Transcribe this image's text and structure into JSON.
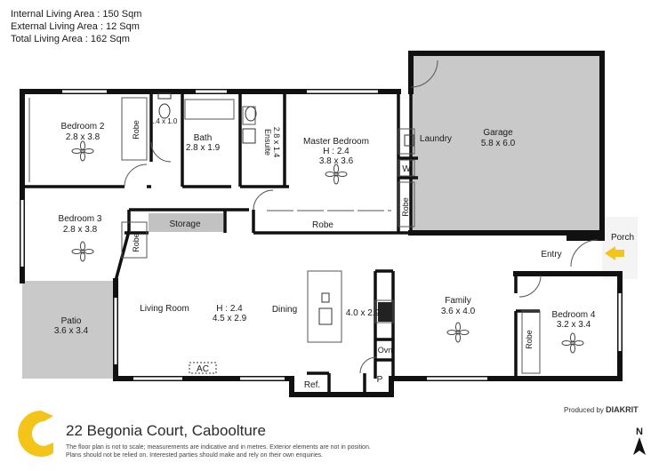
{
  "areas": {
    "internal": "Internal Living Area : 150 Sqm",
    "external": "External Living Area : 12 Sqm",
    "total": "Total Living Area : 162 Sqm"
  },
  "rooms": {
    "bedroom2": {
      "name": "Bedroom 2",
      "size": "2.8 x 3.8"
    },
    "bedroom3": {
      "name": "Bedroom 3",
      "size": "2.8 x 3.8"
    },
    "bedroom4": {
      "name": "Bedroom 4",
      "size": "3.2 x 3.4"
    },
    "bath": {
      "name": "Bath",
      "size": "2.8 x 1.9"
    },
    "ensuite": {
      "name": "Ensuite",
      "size": "2.8 x 1.4"
    },
    "master": {
      "name": "Master Bedroom",
      "height": "H : 2.4",
      "size": "3.8 x 3.6"
    },
    "laundry": {
      "name": "Laundry"
    },
    "garage": {
      "name": "Garage",
      "size": "5.8 x 6.0"
    },
    "porch": {
      "name": "Porch"
    },
    "entry": {
      "name": "Entry"
    },
    "storage": {
      "name": "Storage"
    },
    "patio": {
      "name": "Patio",
      "size": "3.6 x 3.4"
    },
    "living": {
      "name": "Living Room",
      "height": "H : 2.4",
      "size": "4.5 x 2.9"
    },
    "dining": {
      "name": "Dining"
    },
    "kitchen": {
      "size": "4.0 x 2.9"
    },
    "family": {
      "name": "Family",
      "size": "3.6 x 4.0"
    },
    "hall": {
      "size": "1.4 x 1.0"
    }
  },
  "fixtures": {
    "robe": "Robe",
    "w": "W",
    "ovn": "Ovn",
    "p": "P",
    "ref": "Ref.",
    "ac": "AC"
  },
  "footer": {
    "address": "22 Begonia Court, Caboolture",
    "disclaimer1": "The floor plan is not to scale; measurements are indicative and in metres. Exterior elements are not in position.",
    "disclaimer2": "Plans should not be relied on. Interested parties should make and rely on their own enquiries.",
    "produced_by": "Produced by",
    "brand": "DIAKRIT",
    "north": "N"
  },
  "colors": {
    "wall": "#111111",
    "garage_fill": "#c9c9c9",
    "patio_fill": "#c9c9c9",
    "storage_fill": "#c2c2c2",
    "logo_yellow": "#f5c418",
    "arrow_yellow": "#f5c418"
  }
}
